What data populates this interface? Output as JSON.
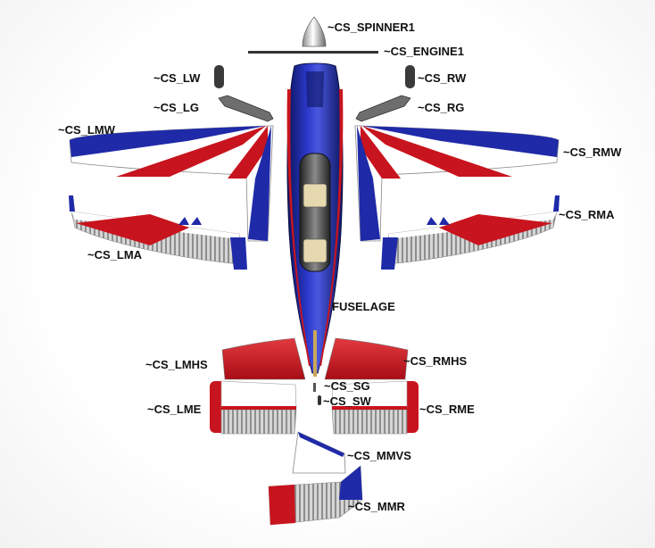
{
  "colors": {
    "blue": "#1f2aa8",
    "red": "#c8141e",
    "white": "#ffffff",
    "gray": "#9c9c9c",
    "dark": "#333333",
    "label": "#111111"
  },
  "labels": {
    "spinner": "~CS_SPINNER1",
    "engine": "~CS_ENGINE1",
    "lw": "~CS_LW",
    "rw": "~CS_RW",
    "lg": "~CS_LG",
    "rg": "~CS_RG",
    "lmw": "~CS_LMW",
    "rmw": "~CS_RMW",
    "rma": "~CS_RMA",
    "lma": "~CS_LMA",
    "fuselage": "FUSELAGE",
    "lmhs": "~CS_LMHS",
    "rmhs": "~CS_RMHS",
    "sg": "~CS_SG",
    "sw": "~CS_SW",
    "lme": "~CS_LME",
    "rme": "~CS_RME",
    "mmvs": "~CS_MMVS",
    "mmr": "~CS_MMR"
  }
}
